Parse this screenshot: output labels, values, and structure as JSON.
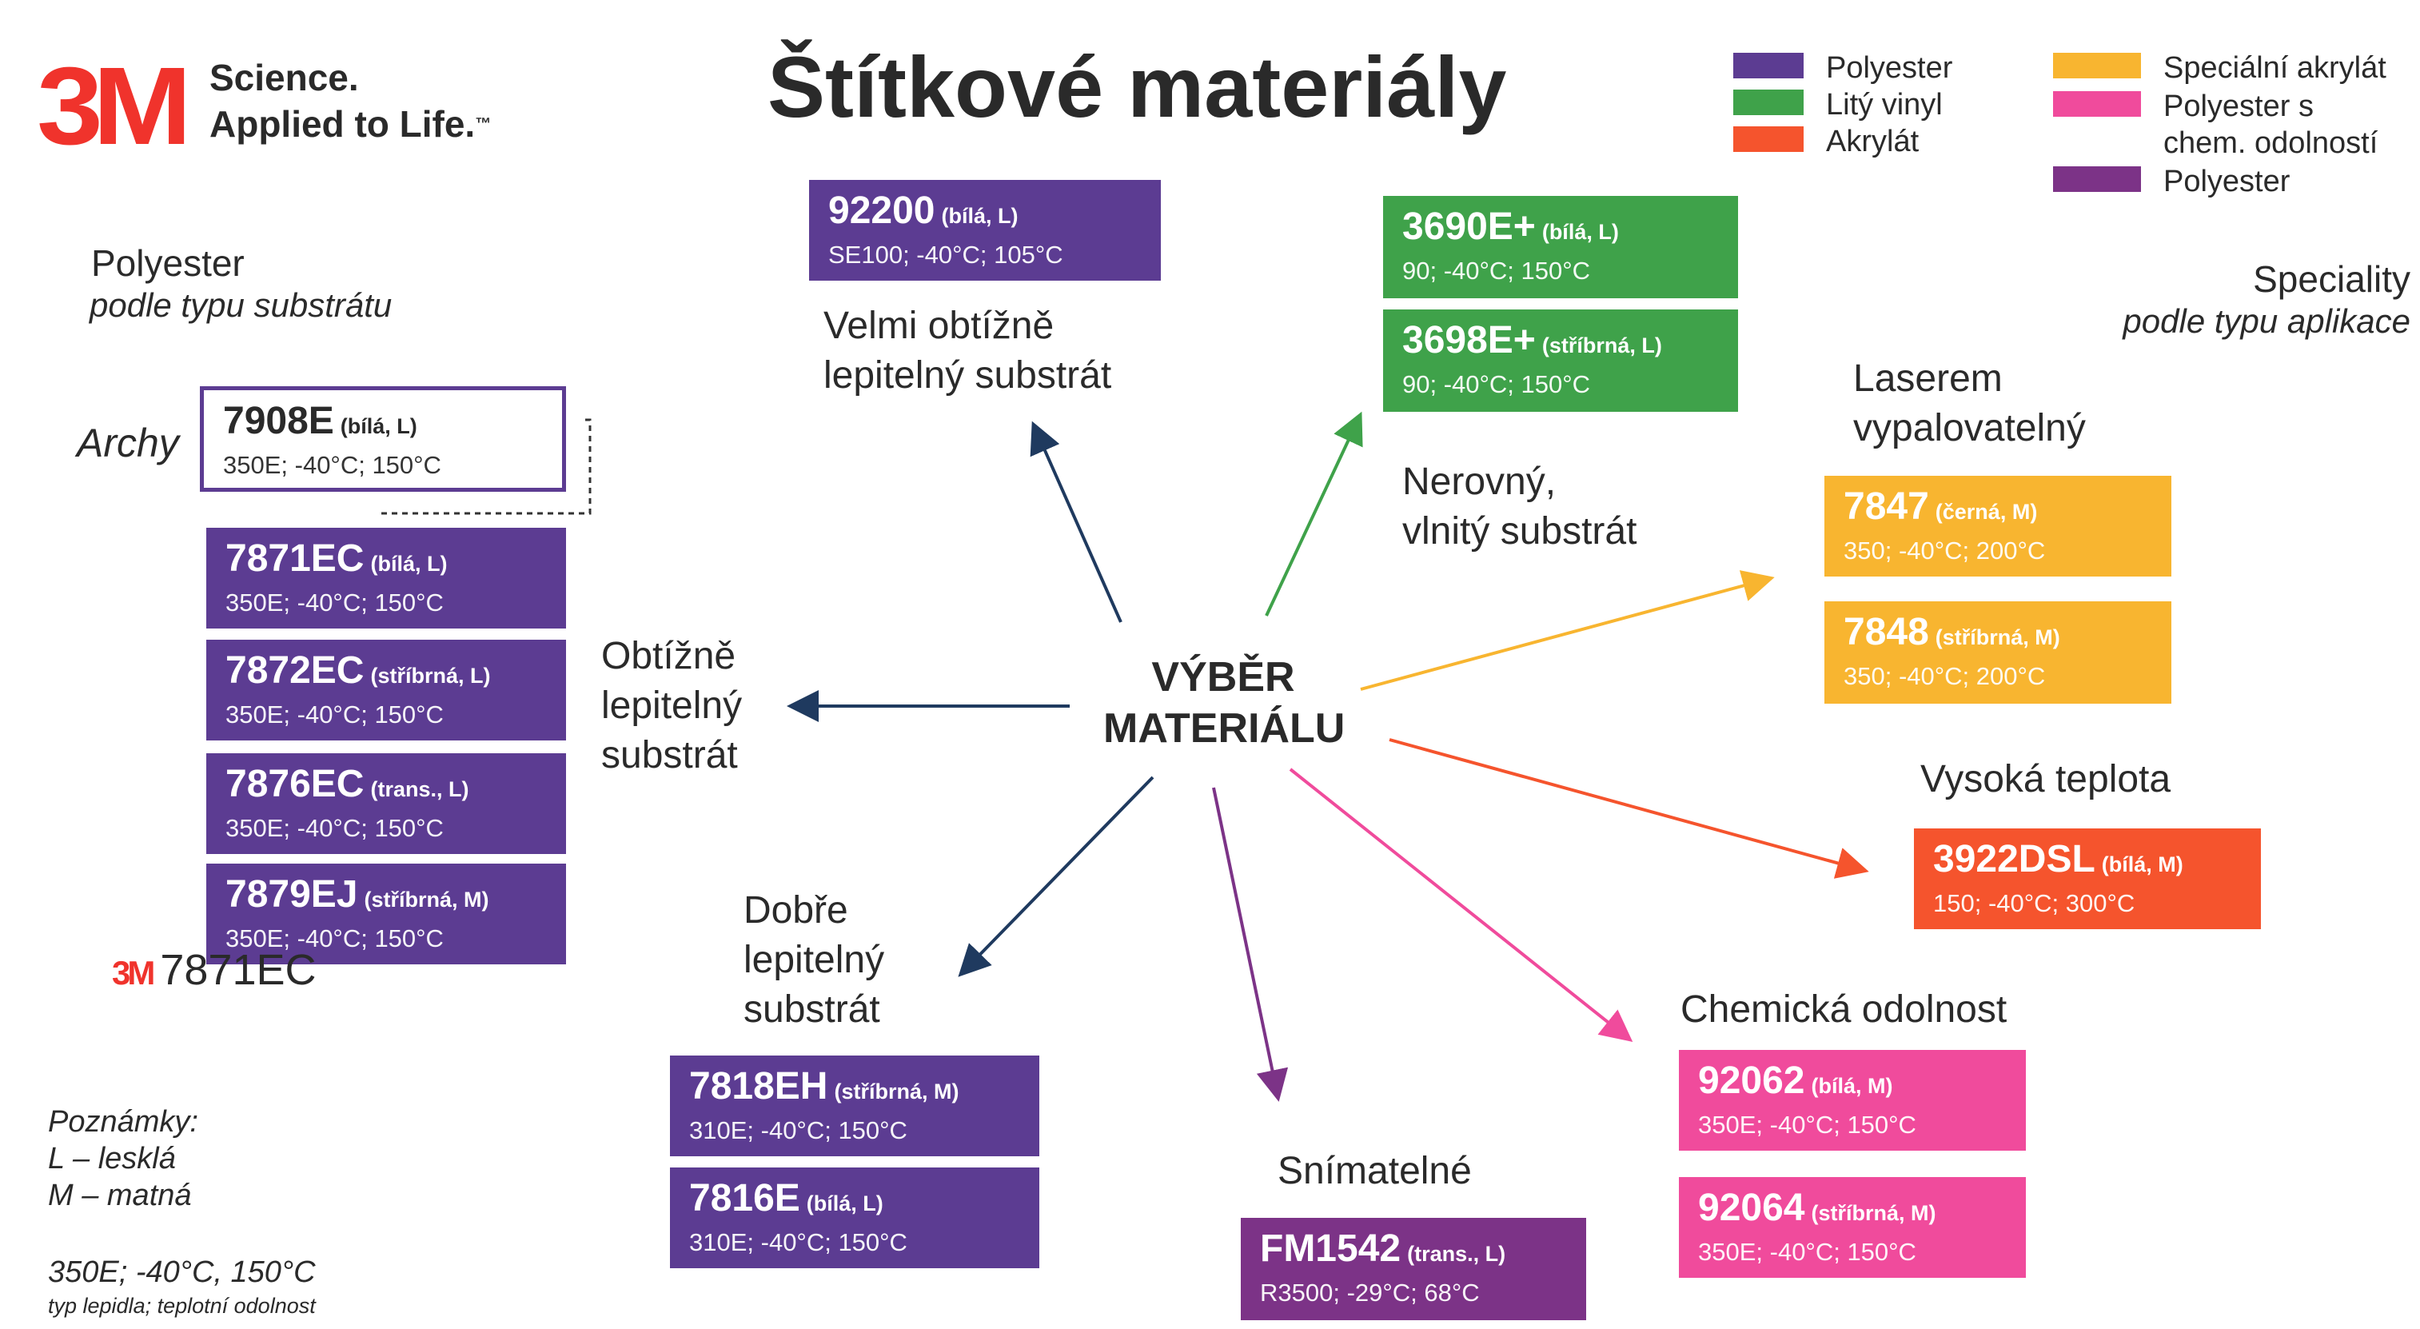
{
  "brand": {
    "logo_text": "3M",
    "tagline_1": "Science.",
    "tagline_2": "Applied to Life.",
    "tagline_tm": "™"
  },
  "title": "Štítkové materiály",
  "legend": [
    {
      "label": "Polyester",
      "color": "#5c3c92"
    },
    {
      "label": "Litý vinyl",
      "color": "#3fa24a"
    },
    {
      "label": "Akrylát",
      "color": "#f5542d"
    },
    {
      "label": "Speciální akrylát",
      "color": "#f8b530"
    },
    {
      "label": "Polyester s chem. odolností",
      "line1": "Polyester s",
      "line2": "chem. odolností",
      "color": "#f04b9c"
    },
    {
      "label": "Polyester",
      "color": "#7c3387"
    }
  ],
  "left_section": {
    "title": "Polyester",
    "subtitle": "podle typu substrátu",
    "archy_label": "Archy",
    "sticker_logo": "3M",
    "sticker_code": "7871EC"
  },
  "right_section": {
    "title": "Speciality",
    "subtitle": "podle typu aplikace"
  },
  "center": {
    "line1": "VÝBĚR",
    "line2": "MATERIÁLU"
  },
  "categories": {
    "velmi_obtizne": {
      "line1": "Velmi obtížně",
      "line2": "lepitelný substrát"
    },
    "nerovny": {
      "line1": "Nerovný,",
      "line2": "vlnitý substrát"
    },
    "obtizne": {
      "line1": "Obtížně",
      "line2": "lepitelný",
      "line3": "substrát"
    },
    "dobre": {
      "line1": "Dobře",
      "line2": "lepitelný",
      "line3": "substrát"
    },
    "snimatelne": "Snímatelné",
    "laser": {
      "line1": "Laserem",
      "line2": "vypalovatelný"
    },
    "vysoka_teplota": "Vysoká teplota",
    "chemicka": "Chemická odolnost"
  },
  "products": {
    "p7908E": {
      "code": "7908E",
      "desc": "(bílá, L)",
      "spec": "350E; -40°C; 150°C"
    },
    "p7871EC": {
      "code": "7871EC",
      "desc": "(bílá, L)",
      "spec": "350E; -40°C; 150°C"
    },
    "p7872EC": {
      "code": "7872EC",
      "desc": "(stříbrná, L)",
      "spec": "350E; -40°C; 150°C"
    },
    "p7876EC": {
      "code": "7876EC",
      "desc": "(trans., L)",
      "spec": "350E; -40°C; 150°C"
    },
    "p7879EJ": {
      "code": "7879EJ",
      "desc": "(stříbrná, M)",
      "spec": "350E; -40°C; 150°C"
    },
    "p92200": {
      "code": "92200",
      "desc": "(bílá, L)",
      "spec": "SE100; -40°C; 105°C"
    },
    "p3690E": {
      "code": "3690E+",
      "desc": "(bílá, L)",
      "spec": "90; -40°C; 150°C"
    },
    "p3698E": {
      "code": "3698E+",
      "desc": "(stříbrná, L)",
      "spec": "90; -40°C; 150°C"
    },
    "p7847": {
      "code": "7847",
      "desc": "(černá, M)",
      "spec": "350; -40°C; 200°C"
    },
    "p7848": {
      "code": "7848",
      "desc": "(stříbrná, M)",
      "spec": "350; -40°C; 200°C"
    },
    "p3922DSL": {
      "code": "3922DSL",
      "desc": "(bílá, M)",
      "spec": "150; -40°C; 300°C"
    },
    "p92062": {
      "code": "92062",
      "desc": "(bílá, M)",
      "spec": "350E; -40°C; 150°C"
    },
    "p92064": {
      "code": "92064",
      "desc": "(stříbrná, M)",
      "spec": "350E; -40°C; 150°C"
    },
    "p7818EH": {
      "code": "7818EH",
      "desc": "(stříbrná, M)",
      "spec": "310E; -40°C; 150°C"
    },
    "p7816E": {
      "code": "7816E",
      "desc": "(bílá, L)",
      "spec": "310E; -40°C; 150°C"
    },
    "pFM1542": {
      "code": "FM1542",
      "desc": "(trans., L)",
      "spec": "R3500; -29°C; 68°C"
    }
  },
  "notes": {
    "heading": "Poznámky:",
    "l_note": "L – lesklá",
    "m_note": "M – matná",
    "example": "350E; -40°C, 150°C",
    "example_caption": "typ lepidla; teplotní odolnost"
  },
  "colors": {
    "polyester": "#5c3c92",
    "cast_vinyl": "#3fa24a",
    "acrylic": "#f5542d",
    "special_acrylic": "#f8b530",
    "chem_polyester": "#f04b9c",
    "polyester_dark": "#7c3387",
    "arrow_navy": "#1f3a5f"
  }
}
